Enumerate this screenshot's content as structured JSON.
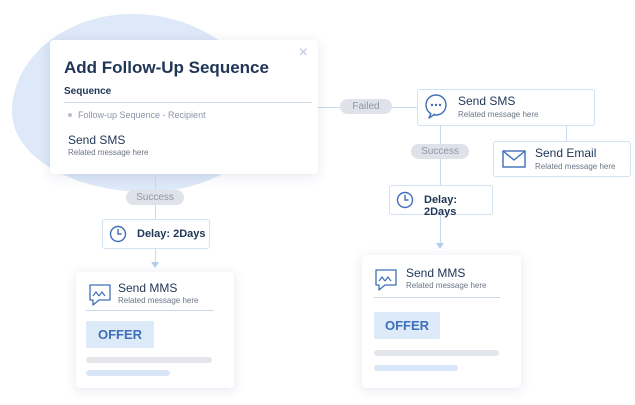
{
  "add_card": {
    "title": "Add Follow-Up Sequence",
    "section_label": "Sequence",
    "list_item": "Follow-up Sequence - Recipient",
    "sms_title": "Send SMS",
    "sms_sub": "Related message here",
    "close_icon": "×"
  },
  "left_branch": {
    "success_label": "Success",
    "delay_label": "Delay: 2Days",
    "mms_title": "Send MMS",
    "mms_sub": "Related message here",
    "offer_label": "OFFER"
  },
  "right_branch": {
    "failed_label": "Failed",
    "sms_title": "Send SMS",
    "sms_sub": "Related message here",
    "email_title": "Send Email",
    "email_sub": "Related message here",
    "success_label": "Success",
    "delay_label": "Delay: 2Days",
    "mms_title": "Send MMS",
    "mms_sub": "Related message here",
    "offer_label": "OFFER"
  },
  "colors": {
    "accent": "#3f6fb8",
    "text": "#1f3556",
    "blob": "#dde8f8",
    "pill": "#dfe3e9"
  }
}
